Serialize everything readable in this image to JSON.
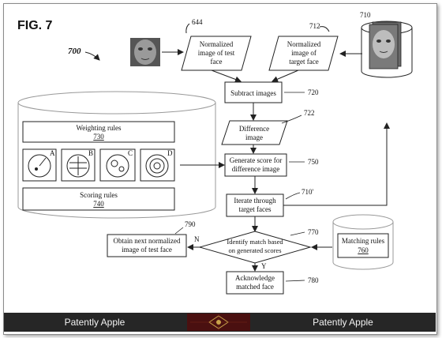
{
  "figure_label": "FIG. 7",
  "diagram_ref": "700",
  "nodes": {
    "test_face": {
      "lines": [
        "Normalized",
        "image of test",
        "face"
      ],
      "ref": "644"
    },
    "target_face": {
      "lines": [
        "Normalized",
        "image of",
        "target face"
      ],
      "ref": "712"
    },
    "target_db": {
      "ref": "710"
    },
    "subtract": {
      "lines": [
        "Subtract images"
      ],
      "ref": "720"
    },
    "difference": {
      "lines": [
        "Difference",
        "image"
      ],
      "ref": "722"
    },
    "generate": {
      "lines": [
        "Generate score for",
        "difference image"
      ],
      "ref": "750"
    },
    "iterate": {
      "lines": [
        "Iterate through",
        "target faces"
      ],
      "ref": "710'"
    },
    "identify": {
      "lines": [
        "Identify match based",
        "on generated scores"
      ],
      "ref": "770"
    },
    "matching_rules": {
      "lines": [
        "Matching rules"
      ],
      "ref": "760"
    },
    "obtain_next": {
      "lines": [
        "Obtain next normalized",
        "image of test face"
      ],
      "ref": "790"
    },
    "acknowledge": {
      "lines": [
        "Acknowledge",
        "matched face"
      ],
      "ref": "780"
    },
    "weighting_rules": {
      "label": "Weighting rules",
      "ref": "730"
    },
    "scoring_rules": {
      "label": "Scoring rules",
      "ref": "740"
    }
  },
  "sub_panels": [
    "A",
    "B",
    "C",
    "D"
  ],
  "branch_labels": {
    "no": "N",
    "yes": "Y"
  },
  "footer": {
    "left": "Patently Apple",
    "right": "Patently Apple"
  }
}
